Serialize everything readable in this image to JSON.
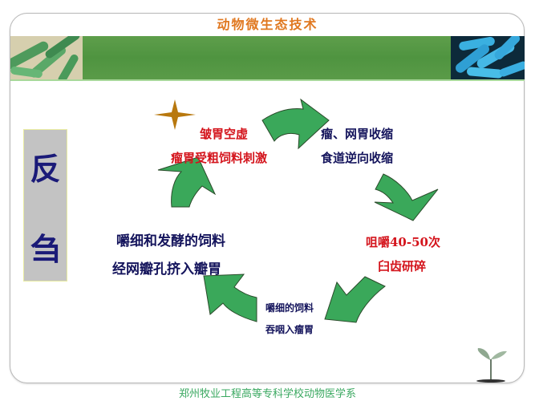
{
  "slide": {
    "header_title": "动物微生态技术",
    "side_label": [
      "反",
      "刍"
    ],
    "footer": "郑州牧业工程高等专科学校动物医学系",
    "colors": {
      "title": "#e07820",
      "banner": "#55983f",
      "arrow_fill": "#3aa85a",
      "arrow_stroke": "#2a4a2a",
      "red_text": "#d4141c",
      "navy_text": "#14145c",
      "side_box": "#c3c3c3",
      "star": "#b8780e",
      "footer": "#3aa860"
    },
    "cycle": {
      "step1": {
        "line1": "皱胃空虚",
        "line2": "瘤胃受粗饲料刺激"
      },
      "step2": {
        "line1": "瘤、网胃收缩",
        "line2": "食道逆向收缩"
      },
      "step3": {
        "line1": "咀嚼40-50次",
        "line2": "臼齿研碎"
      },
      "step4": {
        "line1": "嚼细的饲料",
        "line2": "吞咽入瘤胃"
      },
      "step5": {
        "line1": "嚼细和发酵的饲料",
        "line2": "经网瓣孔挤入瓣胃"
      }
    },
    "decorations": [
      "star-icon",
      "bacteria-image-left",
      "bacteria-image-right",
      "seedling-icon"
    ]
  }
}
